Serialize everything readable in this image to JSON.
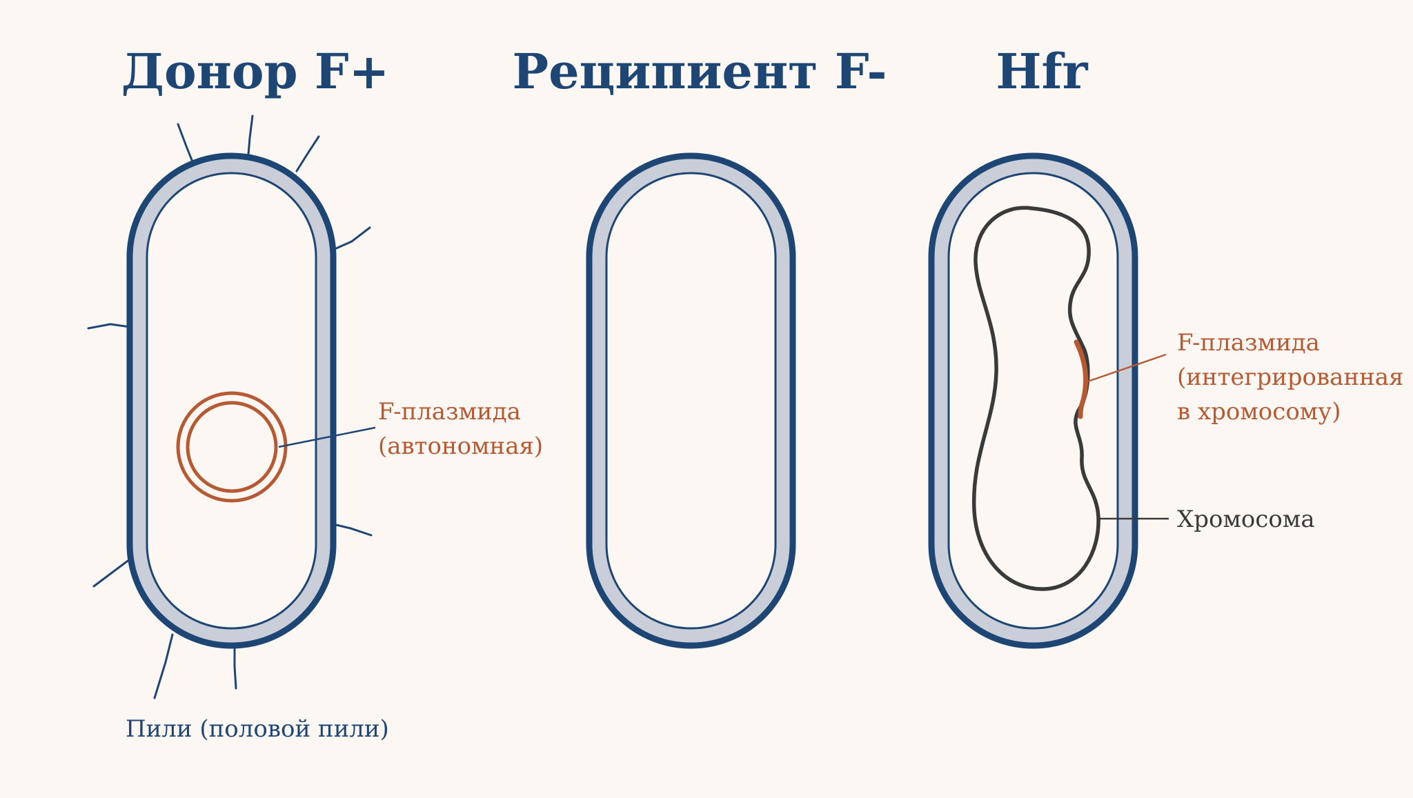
{
  "titles": {
    "donor": "Донор F+",
    "recipient": "Реципиент F-",
    "hfr": "Hfr"
  },
  "labels": {
    "plasmid_autonomous_line1": "F-плазмида",
    "plasmid_autonomous_line2": "(автономная)",
    "pili": "Пили (половой пили)",
    "plasmid_integrated_line1": "F-плазмида",
    "plasmid_integrated_line2": "(интегрированная",
    "plasmid_integrated_line3": "в хромосому)",
    "chromosome": "Хромосома"
  },
  "colors": {
    "background": "#fcf7f2",
    "membrane_outer": "#1d4674",
    "membrane_fill": "#c9ced8",
    "plasmid": "#b55a32",
    "chromosome": "#3a3a3a"
  }
}
